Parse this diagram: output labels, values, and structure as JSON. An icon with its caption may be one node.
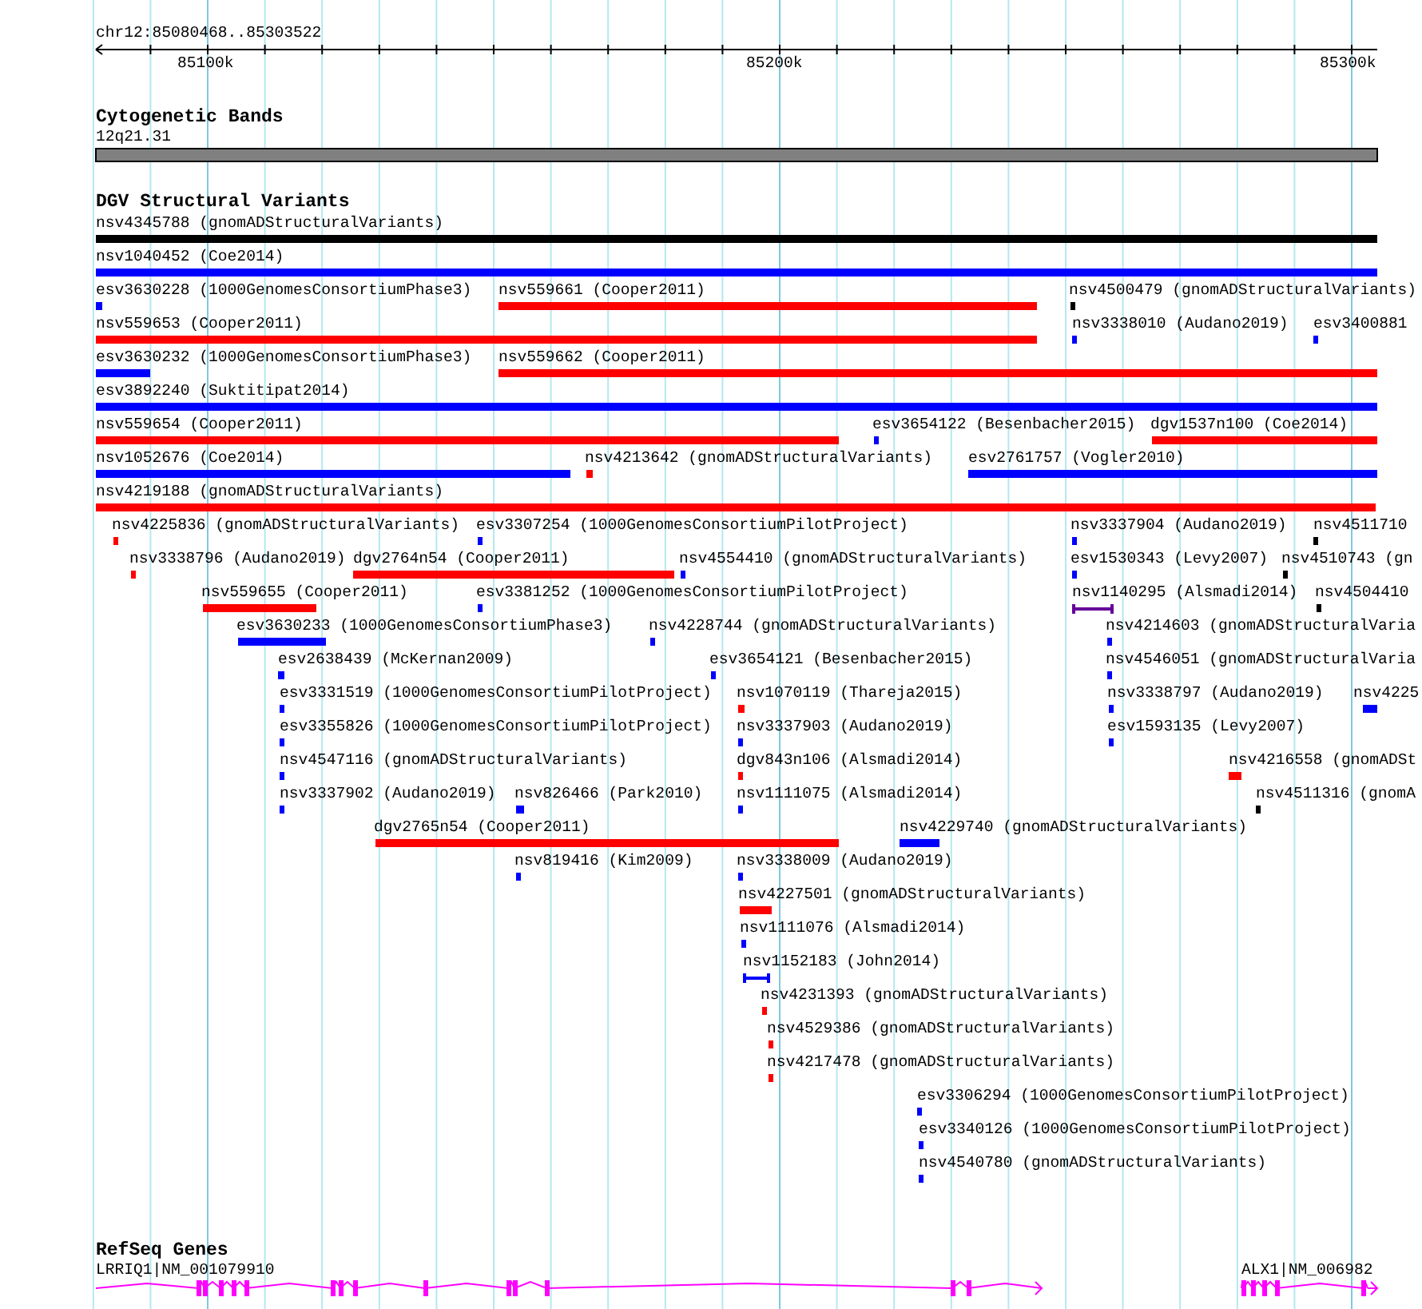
{
  "diagram": {
    "labels": [
      "chr12:85080468..85303522",
      "85100k",
      "85200k",
      "85300k",
      "Cytogenetic Bands",
      "12q21.31",
      "DGV Structural Variants",
      "nsv4345788 (gnomADStructuralVariants)",
      "nsv1040452 (Coe2014)",
      "esv3630228 (1000GenomesConsortiumPhase3)",
      "nsv559661 (Cooper2011)",
      "nsv4500479 (gnomADStructuralVariants)",
      "nsv559653 (Cooper2011)",
      "nsv3338010 (Audano2019)",
      "esv3400881",
      "esv3630232 (1000GenomesConsortiumPhase3)",
      "nsv559662 (Cooper2011)",
      "esv3892240 (Suktitipat2014)",
      "nsv559654 (Cooper2011)",
      "esv3654122 (Besenbacher2015)",
      "dgv1537n100 (Coe2014)",
      "nsv1052676 (Coe2014)",
      "nsv4213642 (gnomADStructuralVariants)",
      "esv2761757 (Vogler2010)",
      "nsv4219188 (gnomADStructuralVariants)",
      "nsv4225836 (gnomADStructuralVariants)",
      "esv3307254 (1000GenomesConsortiumPilotProject)",
      "nsv3337904 (Audano2019)",
      "nsv4511710",
      "nsv3338796 (Audano2019)",
      "dgv2764n54 (Cooper2011)",
      "nsv4554410 (gnomADStructuralVariants)",
      "esv1530343 (Levy2007)",
      "nsv4510743 (gn",
      "nsv559655 (Cooper2011)",
      "esv3381252 (1000GenomesConsortiumPilotProject)",
      "nsv1140295 (Alsmadi2014)",
      "nsv4504410",
      "esv3630233 (1000GenomesConsortiumPhase3)",
      "nsv4228744 (gnomADStructuralVariants)",
      "nsv4214603 (gnomADStructuralVaria",
      "esv2638439 (McKernan2009)",
      "esv3654121 (Besenbacher2015)",
      "nsv4546051 (gnomADStructuralVaria",
      "esv3331519 (1000GenomesConsortiumPilotProject)",
      "nsv1070119 (Thareja2015)",
      "nsv3338797 (Audano2019)",
      "nsv4225",
      "esv3355826 (1000GenomesConsortiumPilotProject)",
      "nsv3337903 (Audano2019)",
      "esv1593135 (Levy2007)",
      "nsv4547116 (gnomADStructuralVariants)",
      "dgv843n106 (Alsmadi2014)",
      "nsv4216558 (gnomADSt",
      "nsv3337902 (Audano2019)",
      "nsv826466 (Park2010)",
      "nsv1111075 (Alsmadi2014)",
      "nsv4511316 (gnomA",
      "dgv2765n54 (Cooper2011)",
      "nsv4229740 (gnomADStructuralVariants)",
      "nsv819416 (Kim2009)",
      "nsv3338009 (Audano2019)",
      "nsv4227501 (gnomADStructuralVariants)",
      "nsv1111076 (Alsmadi2014)",
      "nsv1152183 (John2014)",
      "nsv4231393 (gnomADStructuralVariants)",
      "nsv4529386 (gnomADStructuralVariants)",
      "nsv4217478 (gnomADStructuralVariants)",
      "esv3306294 (1000GenomesConsortiumPilotProject)",
      "esv3340126 (1000GenomesConsortiumPilotProject)",
      "nsv4540780 (gnomADStructuralVariants)",
      "RefSeq Genes",
      "LRRIQ1|NM_001079910",
      "ALX1|NM_006982"
    ]
  }
}
